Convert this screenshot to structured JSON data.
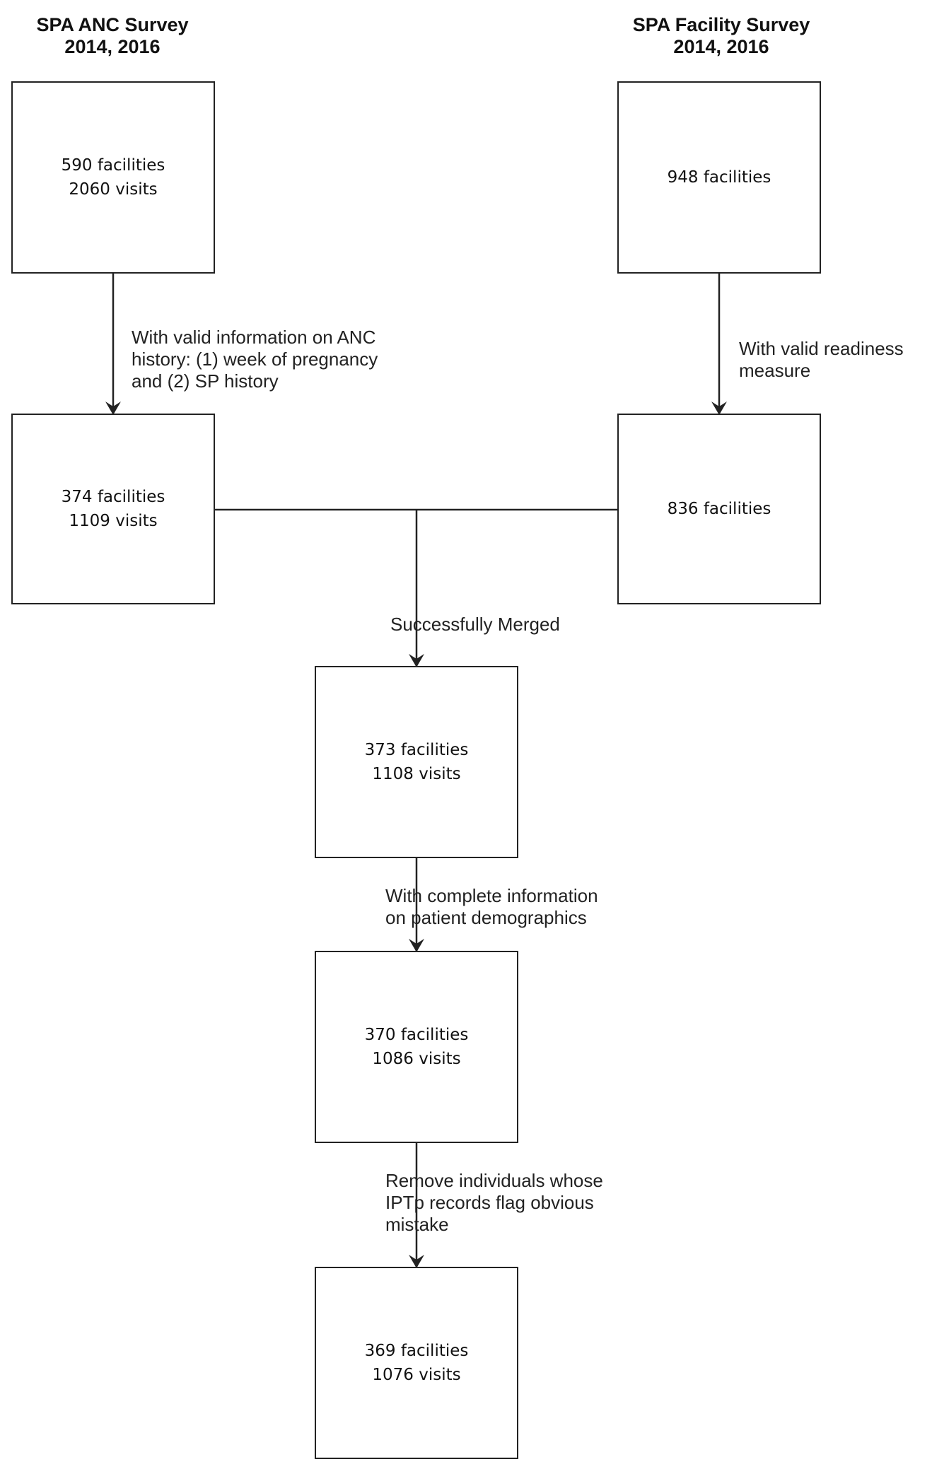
{
  "headers": {
    "left": {
      "line1": "SPA ANC Survey",
      "line2": "2014, 2016"
    },
    "right": {
      "line1": "SPA Facility Survey",
      "line2": "2014, 2016"
    }
  },
  "boxes": {
    "anc_start": {
      "line1": "590 facilities",
      "line2": "2060 visits"
    },
    "facility_start": {
      "line1": "948 facilities"
    },
    "anc_valid": {
      "line1": "374 facilities",
      "line2": "1109 visits"
    },
    "facility_valid": {
      "line1": "836 facilities"
    },
    "merged": {
      "line1": "373 facilities",
      "line2": "1108 visits"
    },
    "demographics": {
      "line1": "370 facilities",
      "line2": "1086 visits"
    },
    "final": {
      "line1": "369 facilities",
      "line2": "1076 visits"
    }
  },
  "labels": {
    "anc_filter": {
      "line1": "With valid information on ANC",
      "line2": "history: (1) week of pregnancy",
      "line3": "and (2) SP history"
    },
    "facility_filter": {
      "line1": "With valid readiness",
      "line2": "measure"
    },
    "merge": {
      "line1": "Successfully Merged"
    },
    "demographics_filter": {
      "line1": "With complete information",
      "line2": "on patient demographics"
    },
    "iptp_filter": {
      "line1": "Remove individuals whose",
      "line2": "IPTp records flag obvious",
      "line3": "mistake"
    }
  },
  "colors": {
    "stroke": "#222222",
    "background": "#ffffff"
  }
}
